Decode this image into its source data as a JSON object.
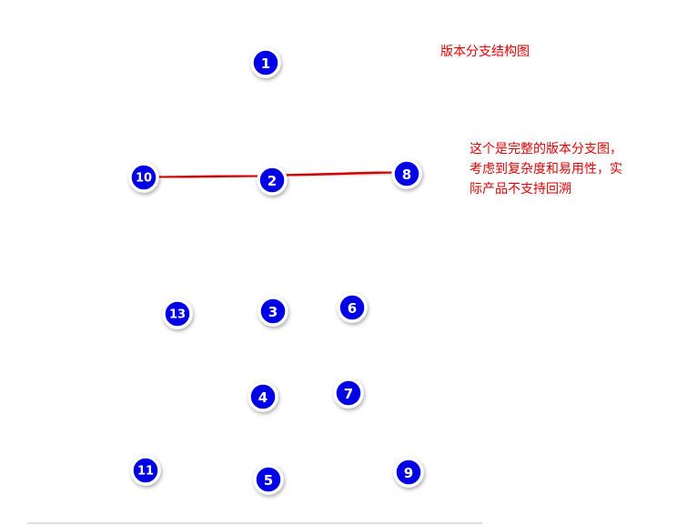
{
  "title": "版本分支结构图",
  "note": {
    "lines": [
      "这个是完整的版本分支图，",
      "考虑到复杂度和易用性，实",
      "际产品不支持回溯"
    ]
  },
  "colors": {
    "edge": "#d40000",
    "node_fill": "#0000e6",
    "node_border": "#ffffff",
    "text": "#e00000",
    "floor": "#dddddd"
  },
  "nodes": [
    {
      "id": "1",
      "label": "1"
    },
    {
      "id": "2",
      "label": "2"
    },
    {
      "id": "3",
      "label": "3"
    },
    {
      "id": "4",
      "label": "4"
    },
    {
      "id": "5",
      "label": "5"
    },
    {
      "id": "6",
      "label": "6"
    },
    {
      "id": "7",
      "label": "7"
    },
    {
      "id": "8",
      "label": "8"
    },
    {
      "id": "9",
      "label": "9"
    },
    {
      "id": "10",
      "label": "10"
    },
    {
      "id": "11",
      "label": "11"
    },
    {
      "id": "13",
      "label": "13"
    }
  ],
  "edges": [
    {
      "from": "1",
      "to": "2"
    },
    {
      "from": "2",
      "to": "3"
    },
    {
      "from": "3",
      "to": "4"
    },
    {
      "from": "4",
      "to": "5"
    },
    {
      "from": "10",
      "to": "2"
    },
    {
      "from": "2",
      "to": "8"
    },
    {
      "from": "8",
      "to": "9"
    },
    {
      "from": "10",
      "to": "11"
    },
    {
      "from": "13",
      "to": "3"
    },
    {
      "from": "3",
      "to": "6"
    },
    {
      "from": "6",
      "to": "7"
    },
    {
      "from": "7",
      "to": "4"
    }
  ]
}
